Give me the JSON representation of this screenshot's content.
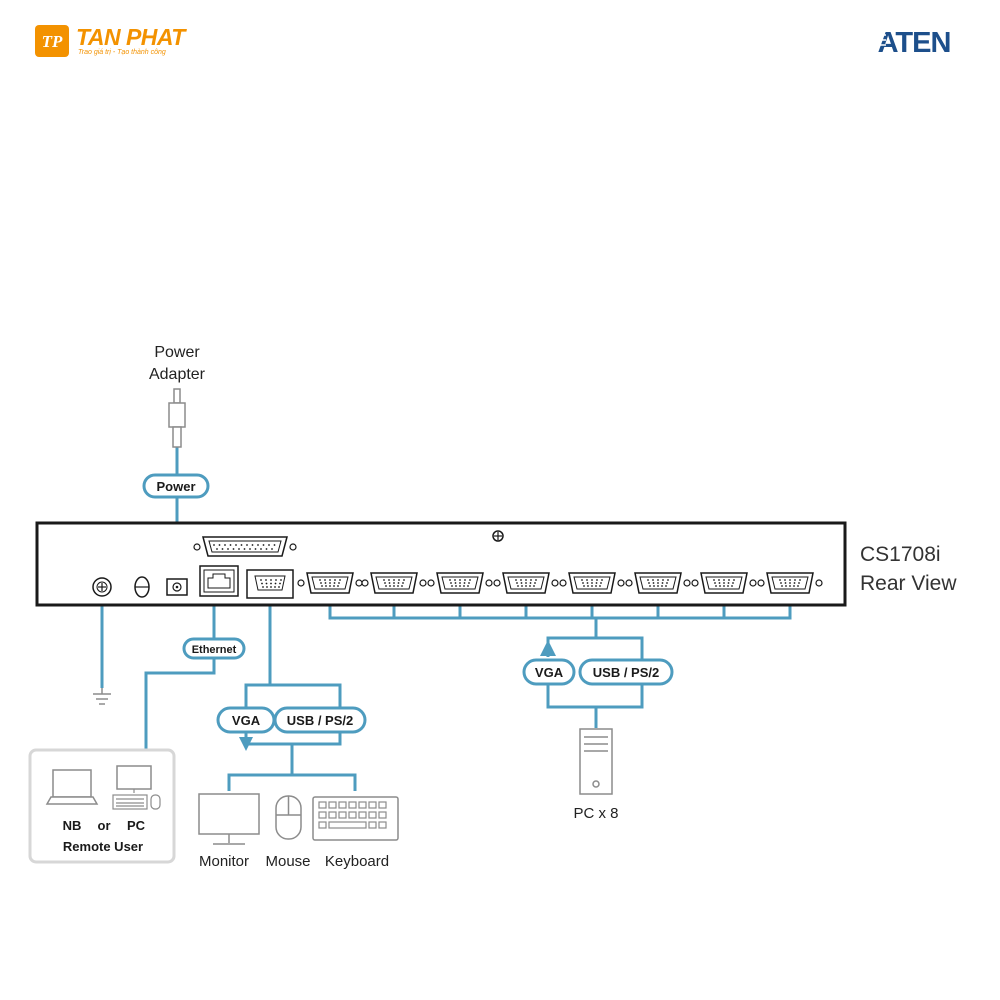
{
  "branding": {
    "company_name": "TAN PHAT",
    "company_tagline": "Trao giá trị - Tạo thành công",
    "company_logo_icon": "tp-logo-icon",
    "vendor_logo": "ATEN"
  },
  "diagram": {
    "power_adapter_label_line1": "Power",
    "power_adapter_label_line2": "Adapter",
    "power_tag": "Power",
    "device_model": "CS1708i",
    "device_view": "Rear View",
    "ethernet_tag": "Ethernet",
    "local_console": {
      "vga_tag": "VGA",
      "usb_tag": "USB / PS/2",
      "monitor_label": "Monitor",
      "mouse_label": "Mouse",
      "keyboard_label": "Keyboard"
    },
    "pc_side": {
      "vga_tag": "VGA",
      "usb_tag": "USB / PS/2",
      "pc_label": "PC x 8"
    },
    "remote_user": {
      "nb_label": "NB",
      "or_label": "or",
      "pc_label": "PC",
      "title": "Remote User"
    }
  },
  "colors": {
    "accent": "#f39200",
    "aten_blue": "#1d4f8b",
    "cable_blue": "#4e9cbf",
    "device_outline": "#1a1a1a",
    "gray_icon": "#8c8c8c"
  }
}
